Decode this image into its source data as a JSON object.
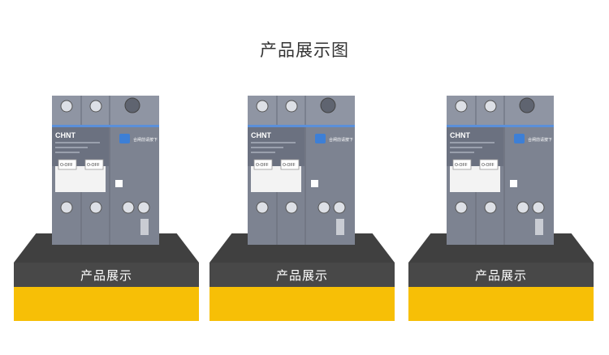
{
  "page": {
    "title": "产品展示图"
  },
  "products": [
    {
      "brand": "CHNT",
      "pedestal_label": "产品展示",
      "off_label": "O-OFF",
      "warn_label": "合闸前请按下"
    },
    {
      "brand": "CHNT",
      "pedestal_label": "产品展示",
      "off_label": "O-OFF",
      "warn_label": "合闸前请按下"
    },
    {
      "brand": "CHNT",
      "pedestal_label": "产品展示",
      "off_label": "O-OFF",
      "warn_label": "合闸前请按下"
    }
  ],
  "colors": {
    "pedestal_dark": "#404040",
    "pedestal_mid": "#484848",
    "pedestal_base": "#f7bf06",
    "breaker_body": "#7d8391",
    "test_button": "#3d7fd6"
  }
}
